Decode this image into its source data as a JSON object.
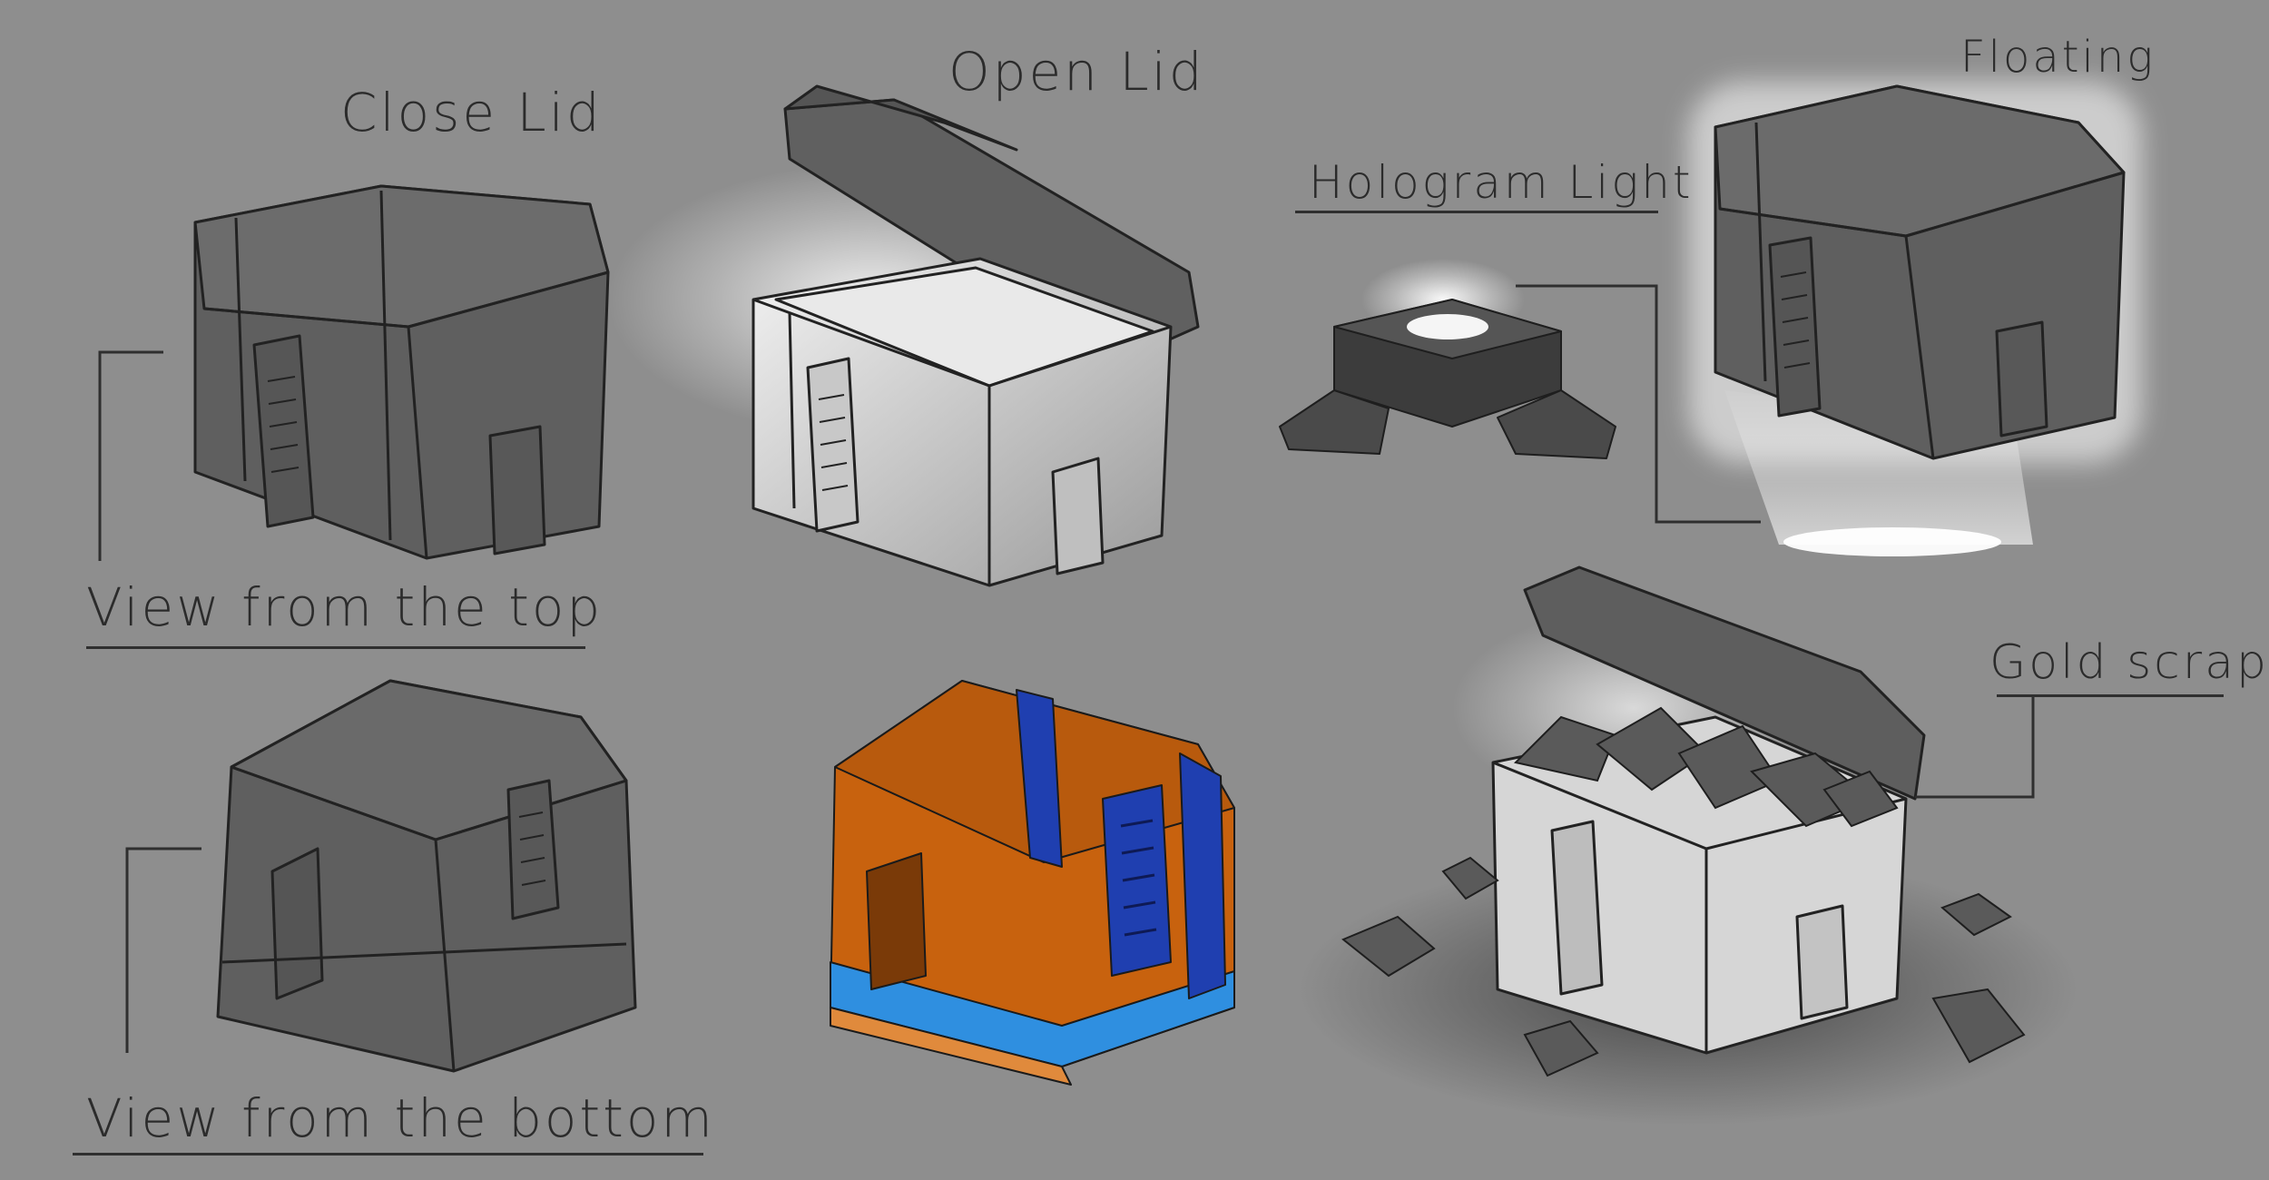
{
  "labels": {
    "close_lid": "Close Lid",
    "open_lid": "Open Lid",
    "hologram_light": "Hologram Light",
    "floating": "Floating",
    "view_top": "View from the top",
    "view_bottom": "View from the bottom",
    "gold_scrap": "Gold scrap"
  },
  "colors": {
    "background": "#8e8e8e",
    "crate_dark": "#5f5f5f",
    "crate_light": "#d8d8d8",
    "ink": "#222222",
    "orange": "#c8620e",
    "orange_light": "#e08a3c",
    "blue": "#1f3fb0",
    "blue_light": "#2f8fe0",
    "glow": "#ffffff"
  }
}
